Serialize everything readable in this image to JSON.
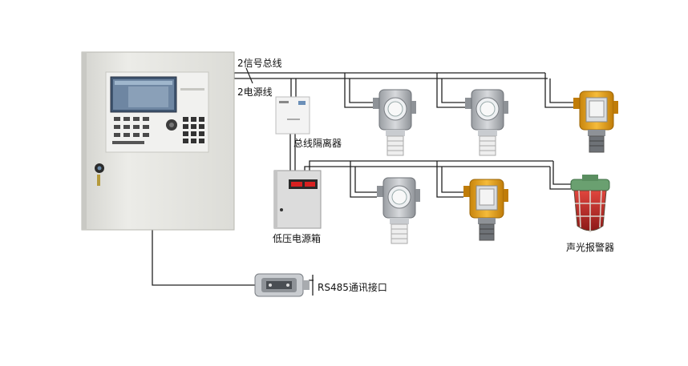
{
  "labels": {
    "signal_bus": "2信号总线",
    "power_line": "2电源线",
    "bus_isolator": "总线隔离器",
    "low_voltage_box": "低压电源箱",
    "sound_light_alarm": "声光报警器",
    "rs485_interface": "RS485通讯接口"
  },
  "colors": {
    "wire": "#222222",
    "cabinet": "#e6e6e2",
    "screen": "#5a6e86",
    "detector_gray": "#b9bcc0",
    "detector_yellow": "#e8a21a",
    "alarm_green": "#6aa070",
    "alarm_red": "#c2302e",
    "display_red": "#d82020"
  },
  "icons": {
    "controller": "gas-alarm-controller-icon",
    "isolator": "bus-isolator-icon",
    "power_box": "power-supply-box-icon",
    "detector": "gas-detector-icon",
    "alarm": "sound-light-alarm-icon",
    "rs485": "rs485-module-icon"
  }
}
